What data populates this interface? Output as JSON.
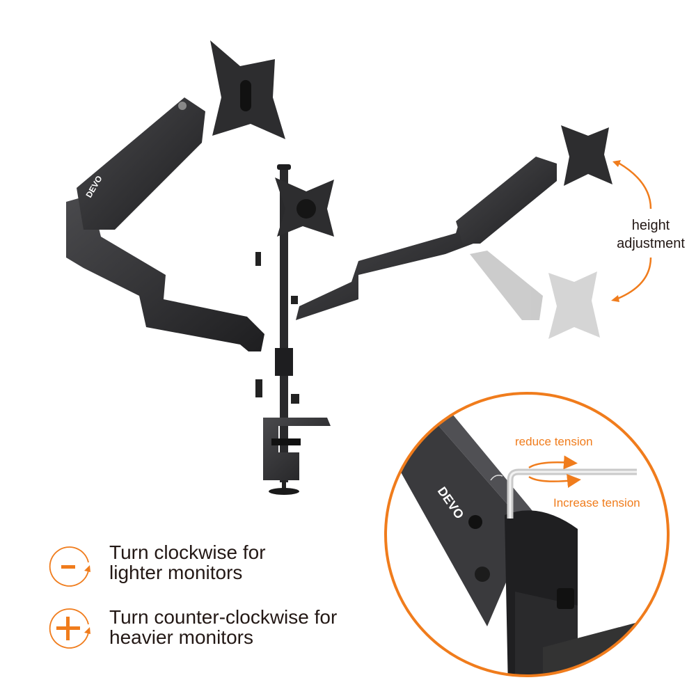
{
  "annotations": {
    "height_adjustment": [
      "height",
      "adjustment"
    ],
    "reduce_tension": "reduce tension",
    "increase_tension": "Increase tension"
  },
  "instructions": [
    {
      "icon": "minus-rotate-icon",
      "lines": [
        "Turn clockwise for",
        "lighter monitors"
      ]
    },
    {
      "icon": "plus-rotate-icon",
      "lines": [
        "Turn counter-clockwise for",
        "heavier monitors"
      ]
    }
  ],
  "brand": "DEVO",
  "colors": {
    "accent": "#f07c1c",
    "text": "#231815",
    "metal": "#2b2b2d"
  }
}
